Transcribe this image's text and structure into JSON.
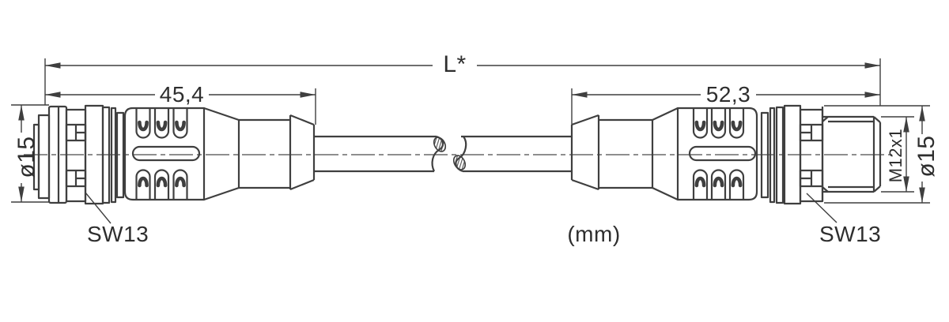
{
  "labels": {
    "overall_length": "L*",
    "left_connector_length": "45,4",
    "right_connector_length": "52,3",
    "left_diameter": "ø15",
    "right_diameter": "ø15",
    "thread_size": "M12x1",
    "left_wrench_size": "SW13",
    "right_wrench_size": "SW13",
    "units_note": "(mm)"
  },
  "colors": {
    "background": "#ffffff",
    "line": "#3f3f3f",
    "text": "#2e2e2e"
  }
}
